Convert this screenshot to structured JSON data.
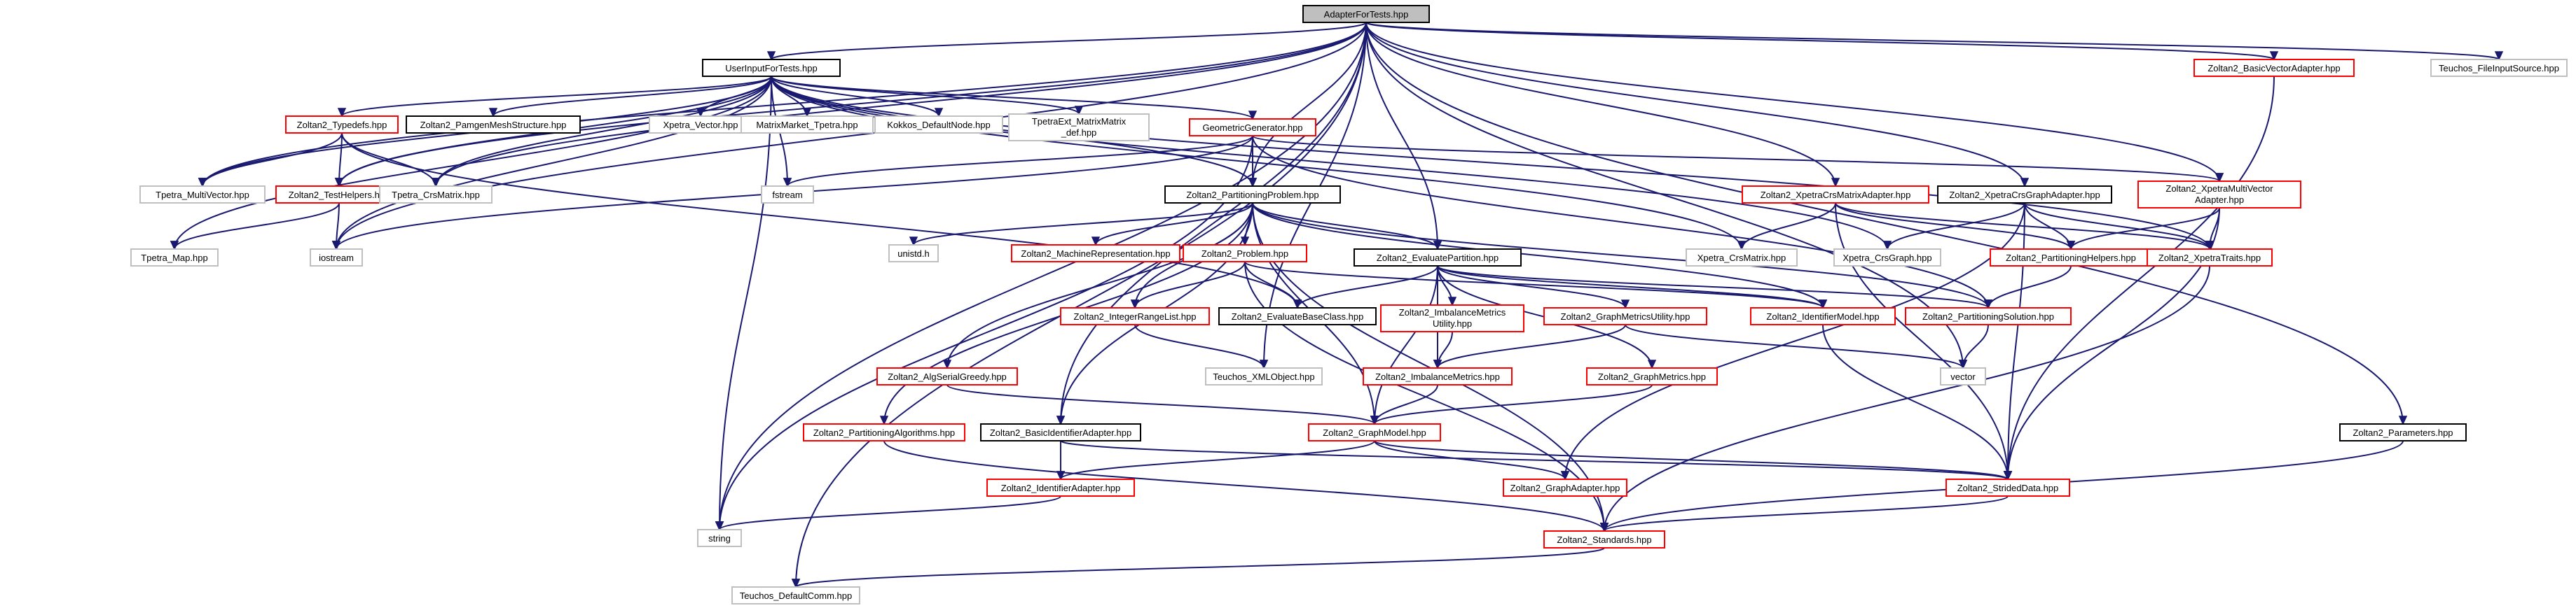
{
  "colors": {
    "edge": "#191970",
    "border_red": "#ff0000",
    "border_black": "#000000",
    "border_gray": "#bfbfbf",
    "root_fill": "#bfbfbf",
    "fill": "#ffffff"
  },
  "nodes": [
    {
      "id": "root",
      "lines": [
        "AdapterForTests.hpp"
      ],
      "style": "root"
    },
    {
      "id": "uift",
      "lines": [
        "UserInputForTests.hpp"
      ],
      "style": "black"
    },
    {
      "id": "bva",
      "lines": [
        "Zoltan2_BasicVectorAdapter.hpp"
      ],
      "style": "red"
    },
    {
      "id": "tfis",
      "lines": [
        "Teuchos_FileInputSource.hpp"
      ],
      "style": "gray"
    },
    {
      "id": "typedefs",
      "lines": [
        "Zoltan2_Typedefs.hpp"
      ],
      "style": "red"
    },
    {
      "id": "pamgen",
      "lines": [
        "Zoltan2_PamgenMeshStructure.hpp"
      ],
      "style": "black"
    },
    {
      "id": "xvec",
      "lines": [
        "Xpetra_Vector.hpp"
      ],
      "style": "gray"
    },
    {
      "id": "mmtp",
      "lines": [
        "MatrixMarket_Tpetra.hpp"
      ],
      "style": "gray"
    },
    {
      "id": "kokkos",
      "lines": [
        "Kokkos_DefaultNode.hpp"
      ],
      "style": "gray"
    },
    {
      "id": "tpetraext",
      "lines": [
        "TpetraExt_MatrixMatrix",
        "_def.hpp"
      ],
      "style": "gray"
    },
    {
      "id": "geogen",
      "lines": [
        "GeometricGenerator.hpp"
      ],
      "style": "red"
    },
    {
      "id": "tmv",
      "lines": [
        "Tpetra_MultiVector.hpp"
      ],
      "style": "gray"
    },
    {
      "id": "testhelpers",
      "lines": [
        "Zoltan2_TestHelpers.hpp"
      ],
      "style": "red"
    },
    {
      "id": "tcrs",
      "lines": [
        "Tpetra_CrsMatrix.hpp"
      ],
      "style": "gray"
    },
    {
      "id": "fstream",
      "lines": [
        "fstream"
      ],
      "style": "gray"
    },
    {
      "id": "pp",
      "lines": [
        "Zoltan2_PartitioningProblem.hpp"
      ],
      "style": "black"
    },
    {
      "id": "xcma",
      "lines": [
        "Zoltan2_XpetraCrsMatrixAdapter.hpp"
      ],
      "style": "red"
    },
    {
      "id": "xcga",
      "lines": [
        "Zoltan2_XpetraCrsGraphAdapter.hpp"
      ],
      "style": "black"
    },
    {
      "id": "xmva",
      "lines": [
        "Zoltan2_XpetraMultiVector",
        "Adapter.hpp"
      ],
      "style": "red"
    },
    {
      "id": "params",
      "lines": [
        "Zoltan2_Parameters.hpp"
      ],
      "style": "black"
    },
    {
      "id": "tmap",
      "lines": [
        "Tpetra_Map.hpp"
      ],
      "style": "gray"
    },
    {
      "id": "iostream",
      "lines": [
        "iostream"
      ],
      "style": "gray"
    },
    {
      "id": "unistd",
      "lines": [
        "unistd.h"
      ],
      "style": "gray"
    },
    {
      "id": "machrep",
      "lines": [
        "Zoltan2_MachineRepresentation.hpp"
      ],
      "style": "red"
    },
    {
      "id": "problem",
      "lines": [
        "Zoltan2_Problem.hpp"
      ],
      "style": "red"
    },
    {
      "id": "evalpart",
      "lines": [
        "Zoltan2_EvaluatePartition.hpp"
      ],
      "style": "black"
    },
    {
      "id": "xcrsm",
      "lines": [
        "Xpetra_CrsMatrix.hpp"
      ],
      "style": "gray"
    },
    {
      "id": "xcrsg",
      "lines": [
        "Xpetra_CrsGraph.hpp"
      ],
      "style": "gray"
    },
    {
      "id": "parthelpers",
      "lines": [
        "Zoltan2_PartitioningHelpers.hpp"
      ],
      "style": "red"
    },
    {
      "id": "xtraits",
      "lines": [
        "Zoltan2_XpetraTraits.hpp"
      ],
      "style": "red"
    },
    {
      "id": "irl",
      "lines": [
        "Zoltan2_IntegerRangeList.hpp"
      ],
      "style": "red"
    },
    {
      "id": "evalbase",
      "lines": [
        "Zoltan2_EvaluateBaseClass.hpp"
      ],
      "style": "black"
    },
    {
      "id": "imbutil",
      "lines": [
        "Zoltan2_ImbalanceMetrics",
        "Utility.hpp"
      ],
      "style": "red"
    },
    {
      "id": "gmu",
      "lines": [
        "Zoltan2_GraphMetricsUtility.hpp"
      ],
      "style": "red"
    },
    {
      "id": "idmodel",
      "lines": [
        "Zoltan2_IdentifierModel.hpp"
      ],
      "style": "red"
    },
    {
      "id": "partsol",
      "lines": [
        "Zoltan2_PartitioningSolution.hpp"
      ],
      "style": "red"
    },
    {
      "id": "asg",
      "lines": [
        "Zoltan2_AlgSerialGreedy.hpp"
      ],
      "style": "red"
    },
    {
      "id": "txml",
      "lines": [
        "Teuchos_XMLObject.hpp"
      ],
      "style": "gray"
    },
    {
      "id": "imbm",
      "lines": [
        "Zoltan2_ImbalanceMetrics.hpp"
      ],
      "style": "red"
    },
    {
      "id": "graphm",
      "lines": [
        "Zoltan2_GraphMetrics.hpp"
      ],
      "style": "red"
    },
    {
      "id": "vector",
      "lines": [
        "vector"
      ],
      "style": "gray"
    },
    {
      "id": "partalgs",
      "lines": [
        "Zoltan2_PartitioningAlgorithms.hpp"
      ],
      "style": "red"
    },
    {
      "id": "bia",
      "lines": [
        "Zoltan2_BasicIdentifierAdapter.hpp"
      ],
      "style": "black"
    },
    {
      "id": "graphmodel",
      "lines": [
        "Zoltan2_GraphModel.hpp"
      ],
      "style": "red"
    },
    {
      "id": "ia",
      "lines": [
        "Zoltan2_IdentifierAdapter.hpp"
      ],
      "style": "red"
    },
    {
      "id": "ga",
      "lines": [
        "Zoltan2_GraphAdapter.hpp"
      ],
      "style": "red"
    },
    {
      "id": "strided",
      "lines": [
        "Zoltan2_StridedData.hpp"
      ],
      "style": "red"
    },
    {
      "id": "string",
      "lines": [
        "string"
      ],
      "style": "gray"
    },
    {
      "id": "standards",
      "lines": [
        "Zoltan2_Standards.hpp"
      ],
      "style": "red"
    },
    {
      "id": "tdc",
      "lines": [
        "Teuchos_DefaultComm.hpp"
      ],
      "style": "gray"
    }
  ]
}
